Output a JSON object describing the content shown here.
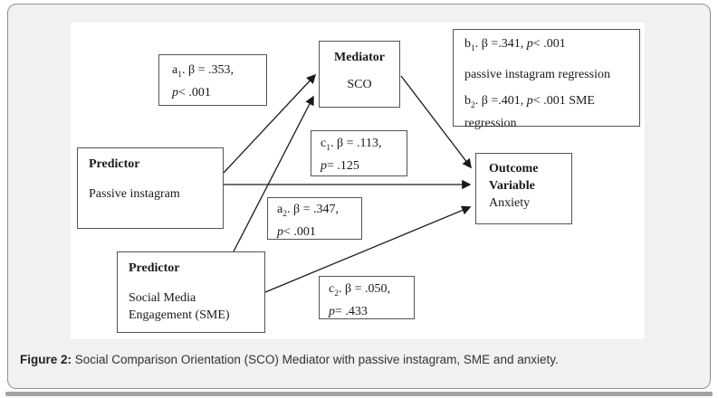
{
  "caption": {
    "prefix": "Figure 2:",
    "text": " Social Comparison Orientation (SCO) Mediator with passive instagram, SME and anxiety."
  },
  "diagram": {
    "nodes": {
      "predictor1": {
        "title": "Predictor",
        "subtitle": "Passive instagram"
      },
      "predictor2": {
        "title": "Predictor",
        "subtitle_line1": "Social Media",
        "subtitle_line2": "Engagement (SME)"
      },
      "mediator": {
        "title": "Mediator",
        "subtitle": "SCO"
      },
      "outcome": {
        "title_line1": "Outcome",
        "title_line2": "Variable",
        "subtitle": "Anxiety"
      }
    },
    "path_labels": {
      "a1": {
        "prefix": "a",
        "sub": "1",
        "stat": ". β = .353,",
        "p": "p",
        "p_rest": "< .001"
      },
      "c1": {
        "prefix": "c",
        "sub": "1",
        "stat": ". β = .113,",
        "p": "p",
        "p_rest": "= .125"
      },
      "a2": {
        "prefix": "a",
        "sub": "2",
        "stat": ". β = .347,",
        "p": "p",
        "p_rest": "< .001"
      },
      "c2": {
        "prefix": "c",
        "sub": "2",
        "stat": ". β = .050,",
        "p": "p",
        "p_rest": "= .433"
      },
      "b": {
        "line1": {
          "prefix": "b",
          "sub": "1",
          "stat": ". β =.341, ",
          "p": "p",
          "p_rest": "< .001"
        },
        "line2": "passive instagram regression",
        "line3": {
          "prefix": "b",
          "sub": "2",
          "stat": ". β =.401, ",
          "p": "p",
          "p_rest": "< .001 SME regression"
        }
      }
    }
  },
  "colors": {
    "card_background": "#f1f1f0",
    "card_border": "#8f8f8f",
    "box_border": "#545454",
    "arrow": "#1a1a1a",
    "caption_text": "#333333"
  }
}
